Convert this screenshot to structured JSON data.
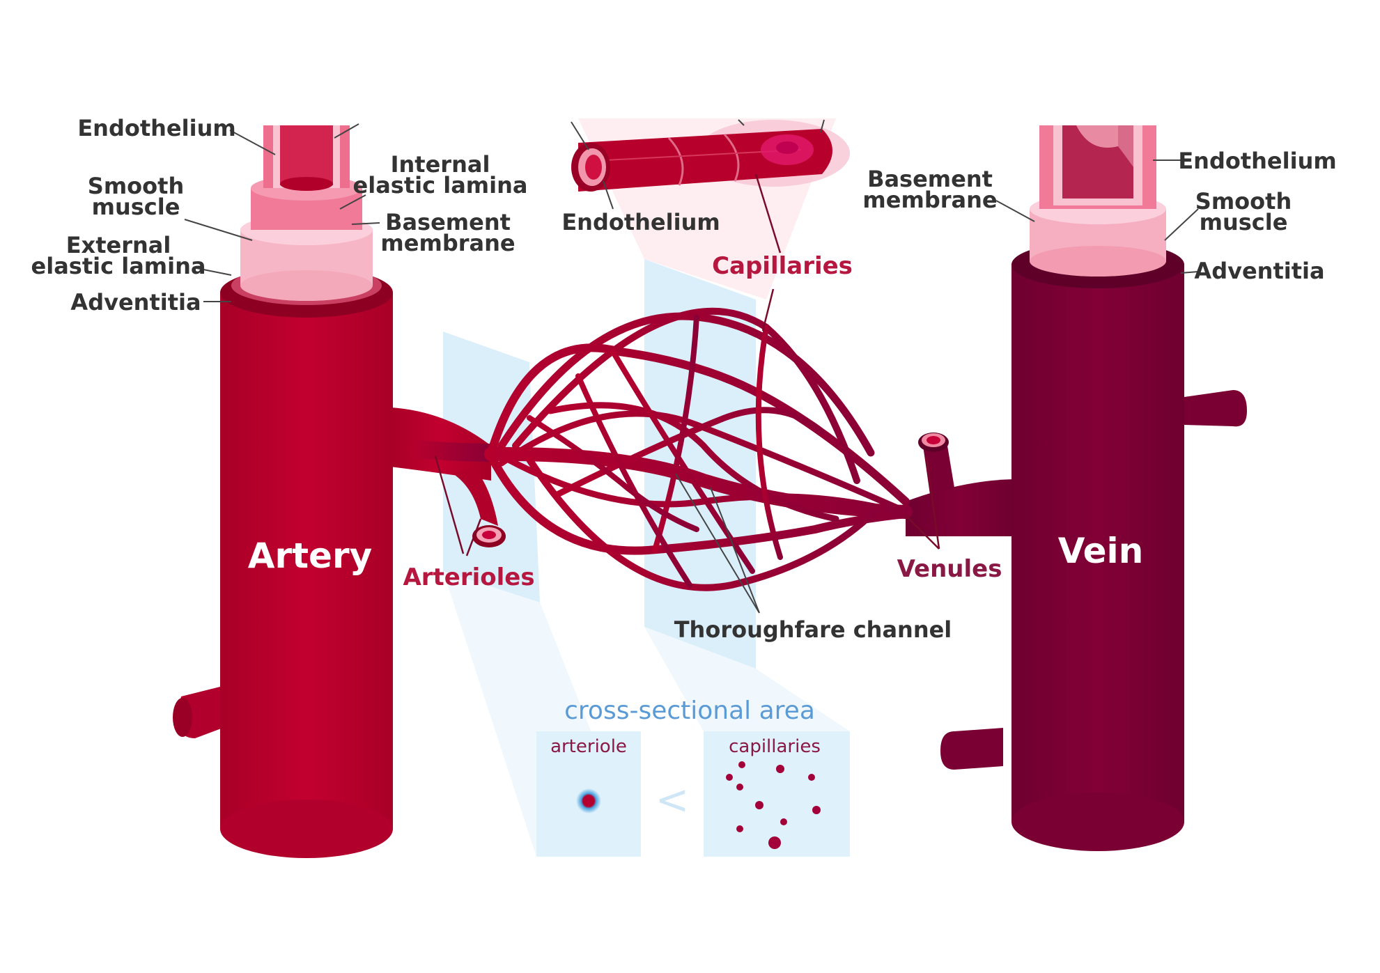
{
  "artery": {
    "title": "Artery",
    "labels": {
      "endothelium": "Endothelium",
      "smooth_muscle_1": "Smooth",
      "smooth_muscle_2": "muscle",
      "internal_1": "Internal",
      "internal_2": "elastic lamina",
      "basement_1": "Basement",
      "basement_2": "membrane",
      "external_1": "External",
      "external_2": "elastic lamina",
      "adventitia": "Adventitia"
    }
  },
  "vein": {
    "title": "Vein",
    "labels": {
      "basement_1": "Basement",
      "basement_2": "membrane",
      "endothelium": "Endothelium",
      "smooth_muscle_1": "Smooth",
      "smooth_muscle_2": "muscle",
      "adventitia": "Adventitia"
    }
  },
  "capillary_bed": {
    "endothelium": "Endothelium",
    "capillaries": "Capillaries",
    "arterioles": "Arterioles",
    "venules": "Venules",
    "thoroughfare": "Thoroughfare channel"
  },
  "cross_section": {
    "title": "cross-sectional area",
    "left_label": "arteriole",
    "right_label": "capillaries",
    "comparison": "<"
  },
  "colors": {
    "artery": "#b8002c",
    "artery_dark": "#8e0022",
    "vein": "#7a0034",
    "vein_dark": "#5e0028",
    "tissue_pink": "#f28fa6",
    "tissue_light": "#f8b9c8",
    "label_red": "#b5173f",
    "label_vein": "#8a1845",
    "cross_title": "#5b9bd5",
    "panel_blue": "#dff1fb"
  }
}
